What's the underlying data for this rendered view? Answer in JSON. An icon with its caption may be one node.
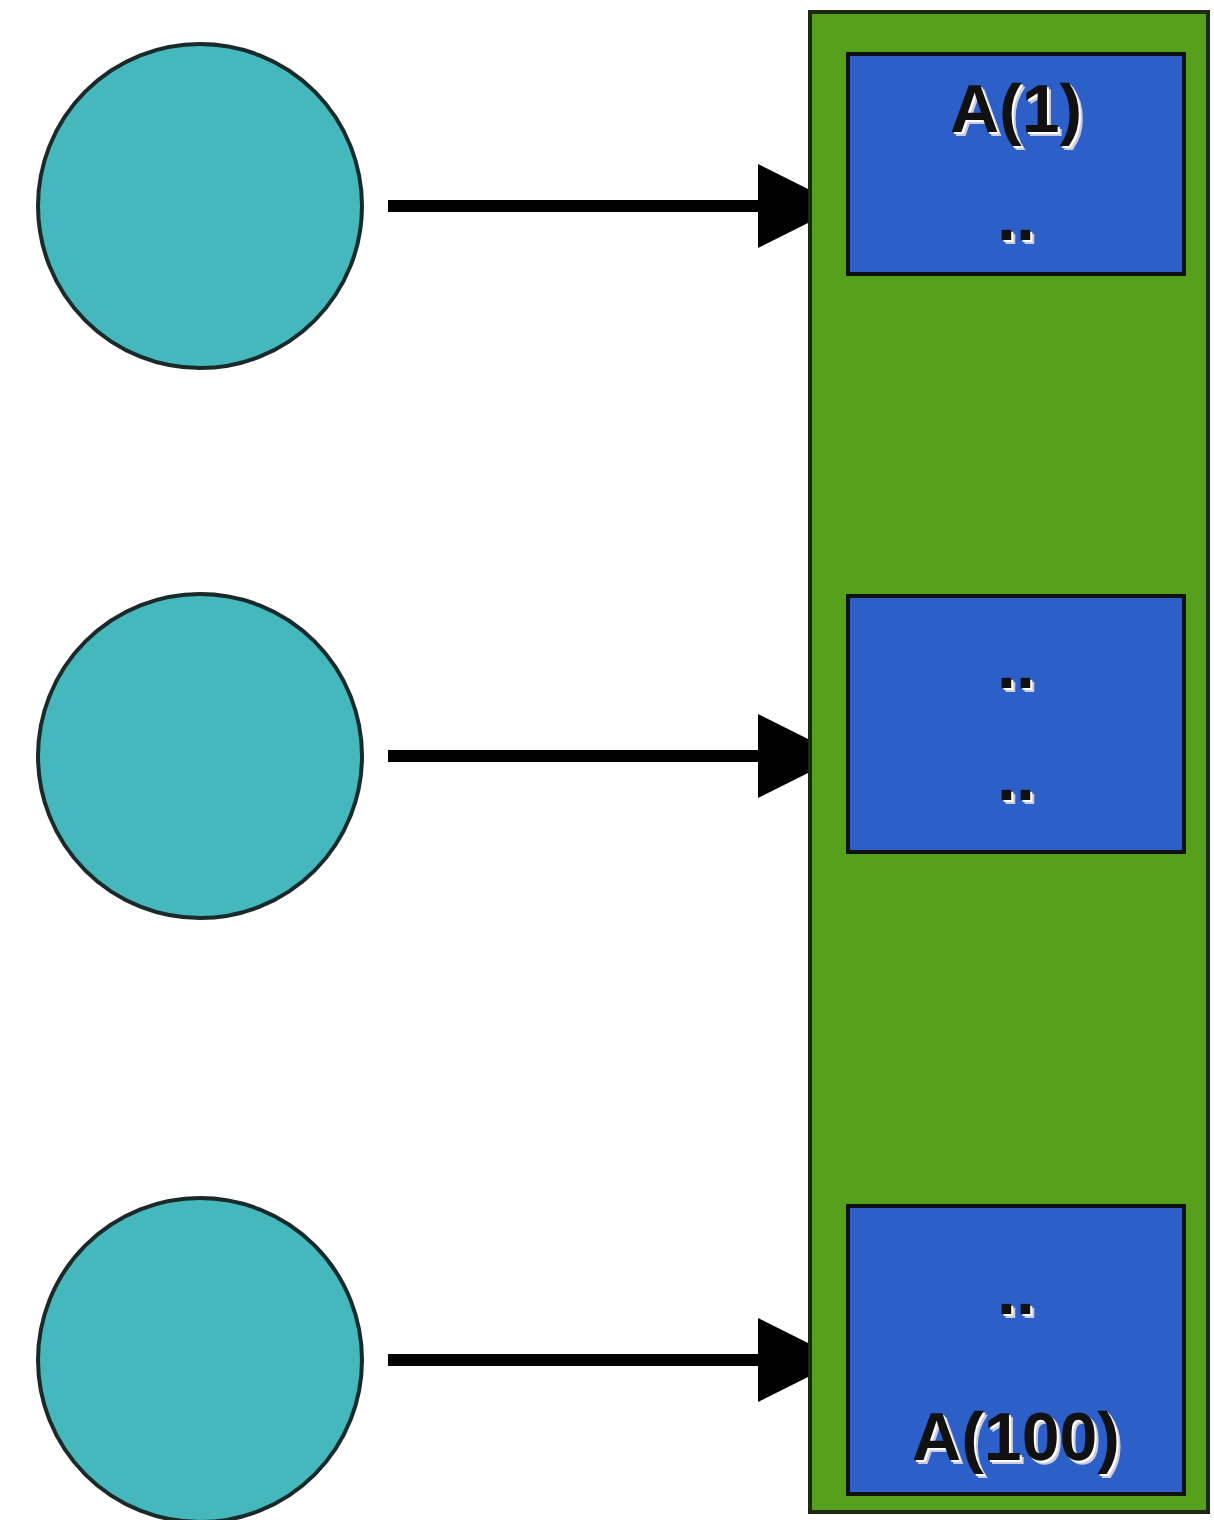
{
  "diagram": {
    "nodes": [
      {
        "text": [],
        "shape": "bar"
      },
      {
        "text": [
          "A(1)",
          ".."
        ],
        "in": 0
      },
      {
        "text": [
          "..",
          ".."
        ],
        "in": 0
      },
      {
        "text": [
          "..",
          "A(100)"
        ],
        "in": 0
      },
      {
        "text": [],
        "shape": "circle"
      },
      {
        "text": [],
        "shape": "circle"
      },
      {
        "text": [],
        "shape": "circle"
      }
    ],
    "edges": [
      {
        "from": 4,
        "to": 1,
        "arrow": "to"
      },
      {
        "from": 5,
        "to": 2,
        "arrow": "to"
      },
      {
        "from": 6,
        "to": 3,
        "arrow": "to"
      }
    ]
  }
}
